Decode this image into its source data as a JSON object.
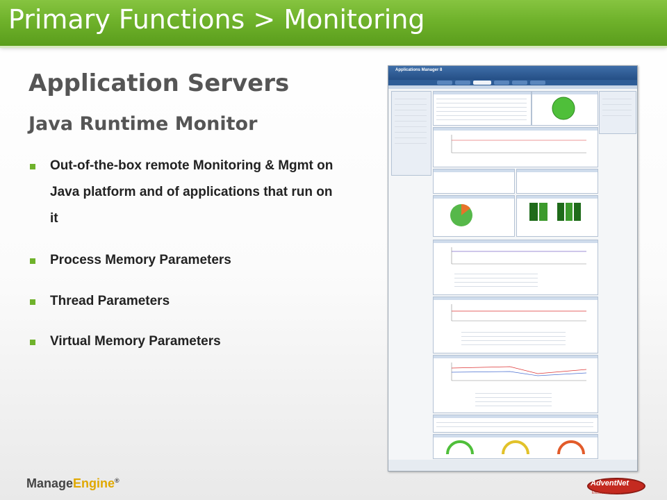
{
  "title": "Primary Functions > Monitoring",
  "heading": "Application Servers",
  "subheading": "Java Runtime Monitor",
  "bullets": [
    "Out-of-the-box remote Monitoring & Mgmt on Java platform and of applications that run on it",
    "Process Memory Parameters",
    "Thread Parameters",
    "Virtual Memory Parameters"
  ],
  "footer": {
    "brand_prefix": "Manage",
    "brand_suffix": "Engine",
    "brand_reg": "®",
    "partner": "AdventNet",
    "partner_tagline": "Excellence Matters"
  },
  "colors": {
    "title_green": "#6fb22b",
    "bullet_green": "#6fb22b",
    "heading_gray": "#555555"
  },
  "screenshot": {
    "app_title": "Applications Manager 8",
    "icon": "app-screenshot-thumbnail"
  }
}
